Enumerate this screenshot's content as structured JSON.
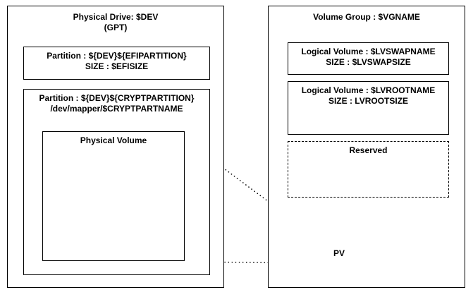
{
  "left_panel": {
    "title": "Physical Drive: $DEV",
    "subtitle": "(GPT)",
    "efi_partition": {
      "line1": "Partition : ${DEV}${EFIPARTITION}",
      "line2": "SIZE : $EFISIZE"
    },
    "crypt_partition": {
      "line1": "Partition : ${DEV}${CRYPTPARTITION}",
      "line2": "/dev/mapper/$CRYPTPARTNAME",
      "physical_volume_label": "Physical Volume"
    }
  },
  "right_panel": {
    "title": "Volume Group : $VGNAME",
    "lv_swap": {
      "line1": "Logical Volume : $LVSWAPNAME",
      "line2": "SIZE : $LVSWAPSIZE"
    },
    "lv_root": {
      "line1": "Logical Volume : $LVROOTNAME",
      "line2": "SIZE : LVROOTSIZE"
    },
    "reserved_label": "Reserved",
    "pv_label": "PV"
  },
  "colors": {
    "stroke": "#000000",
    "background": "#ffffff"
  }
}
